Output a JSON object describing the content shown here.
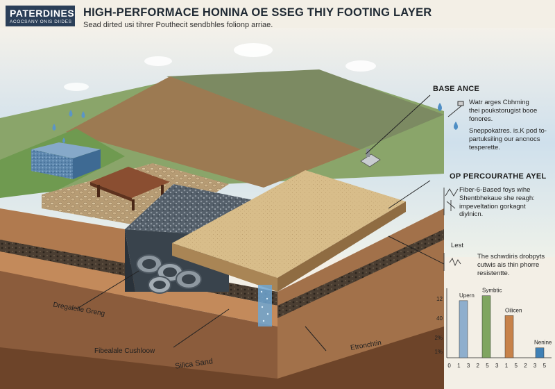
{
  "header": {
    "logo_line1": "PATERDINES",
    "logo_line2": "ACOCSANY ONIS DIIDES",
    "title": "HIGH-PERFORMACE HONINA OE SSEG THIY FOOTING LAYER",
    "subtitle": "Sead dirted usi tihrer Pouthecit sendbhles folionp arriae."
  },
  "callouts": {
    "base": {
      "heading": "BASE ANCE",
      "line1": "Watr arges Cbhming",
      "line2": "thei poukstorugist booe",
      "line3": "fonores.",
      "line4": "Sneppokatres. is.K pod to-",
      "line5": "partuksiling our ancnocs",
      "line6": "tesperette."
    },
    "percolation": {
      "heading": "OP PERCOURATHE AYEL",
      "line1": "Fiber-6-Based foys wihe",
      "line2": "Shentbhekaue she reagh:",
      "line3": "impeveltation gorkagnt",
      "line4": "diylnicn."
    },
    "lest": {
      "heading": "Lest",
      "line1": "The schwdiris drobpyts",
      "line2": "cutwis ais thin phorre",
      "line3": "resistentte."
    }
  },
  "labels": {
    "dregalile": "Dregalelle Greng",
    "fibeale": "Fibealale Cushloow",
    "silica": "Silica  Sand",
    "etronchtin": "Etronchtin"
  },
  "chart_data": {
    "type": "bar",
    "categories": [
      "Upern",
      "Symbtic",
      "Oilicen",
      "Nenine"
    ],
    "values": [
      11.5,
      12.5,
      8.5,
      2
    ],
    "colors": [
      "#8eaecd",
      "#7fa560",
      "#c7824a",
      "#3f80b5"
    ],
    "y_tick_labels": [
      "12",
      "40",
      "2%",
      "1%"
    ],
    "x_tick_labels": [
      "0",
      "1",
      "3",
      "2",
      "5",
      "3",
      "1",
      "5",
      "2",
      "3",
      "5"
    ],
    "ylim": [
      0,
      14
    ]
  }
}
